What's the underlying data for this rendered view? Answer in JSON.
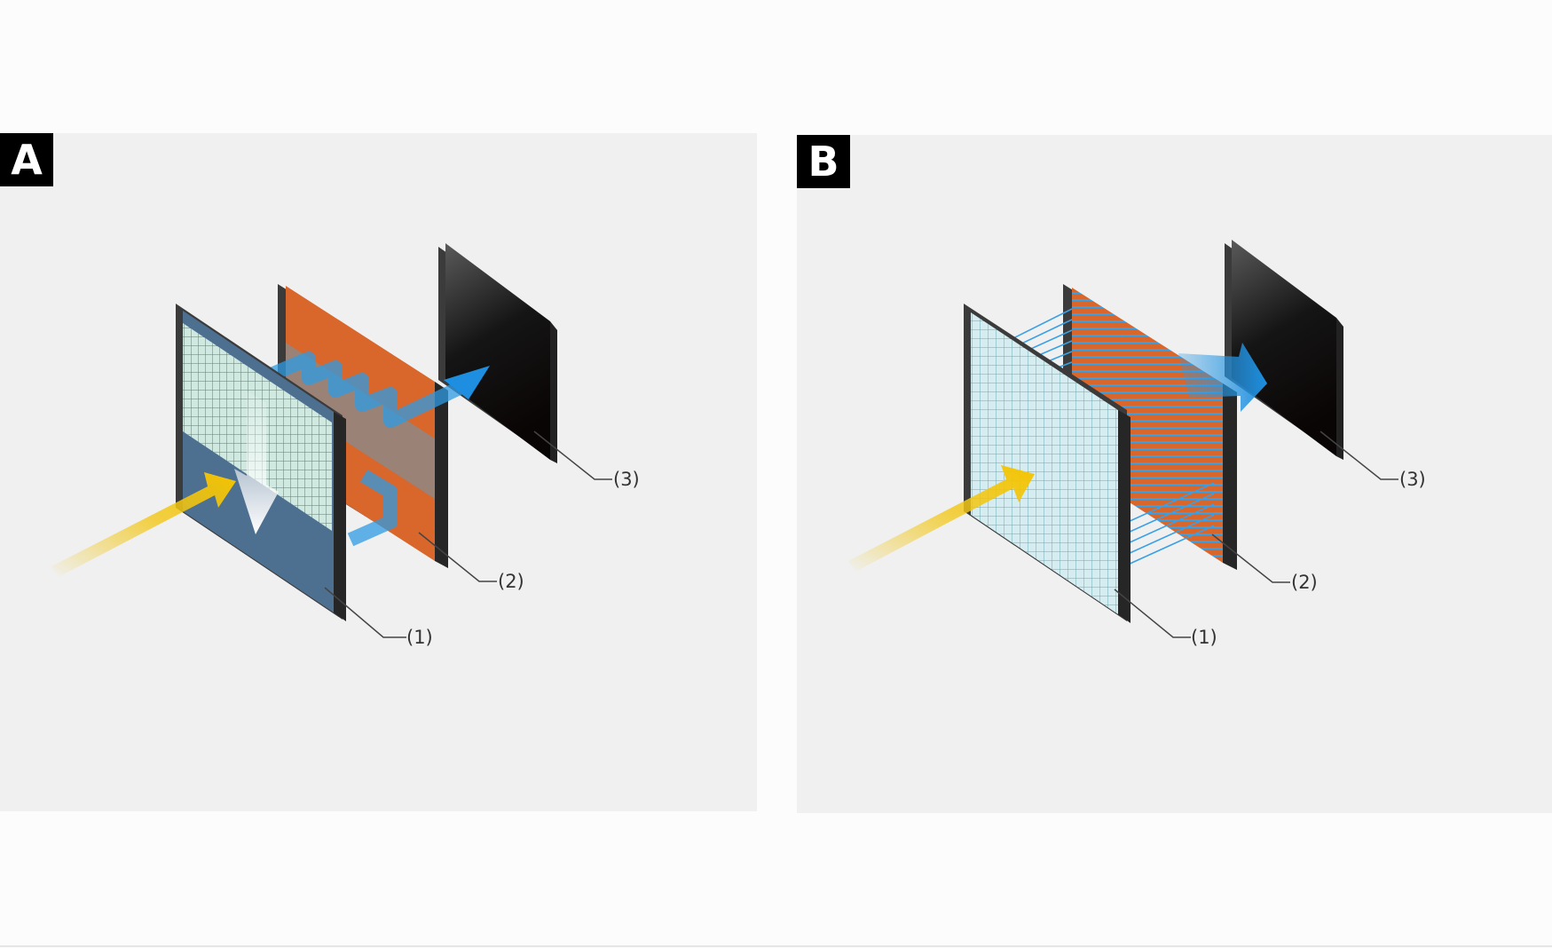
{
  "panels": [
    {
      "letter": "A",
      "callouts": [
        "(1)",
        "(2)",
        "(3)"
      ]
    },
    {
      "letter": "B",
      "callouts": [
        "(1)",
        "(2)",
        "(3)"
      ]
    }
  ],
  "colors": {
    "light_arrow": "#f2c718",
    "signal_blue": "#2f9be3",
    "accumulator_orange": "#d9662a",
    "sensor_glass": "#b9dde4",
    "frame_dark": "#3a3a3a",
    "panel_bg": "#f0f0f0"
  }
}
